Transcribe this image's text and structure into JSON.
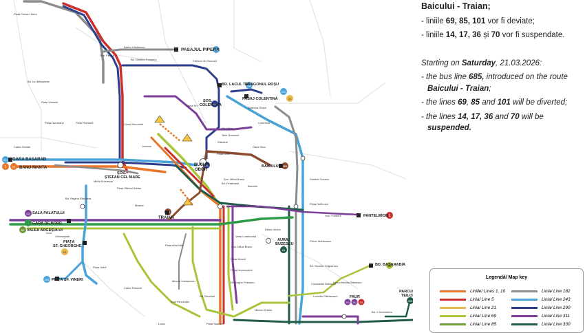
{
  "info": {
    "ro_top": "Baicului - Traian;",
    "ro_b1_pre": "- liniile ",
    "ro_b1_nums": "69, 85, 101",
    "ro_b1_post": " vor fi deviate;",
    "ro_b2_pre": "- liniile ",
    "ro_b2_nums": "14, 17, 36",
    "ro_b2_mid": " și ",
    "ro_b2_num2": "70",
    "ro_b2_post": " vor fi suspendate.",
    "en_intro_pre": "Starting on ",
    "en_intro_day": "Saturday",
    "en_intro_date": ", 21.03.2026",
    "en_intro_post": ":",
    "en_b1_pre": "- the bus line ",
    "en_b1_num": "685,",
    "en_b1_post": " introduced on the route",
    "en_b1_route": "Baicului - Traian",
    "en_b1_end": ";",
    "en_b2_pre": "- the lines ",
    "en_b2_nums": "69",
    "en_b2_sep1": ", ",
    "en_b2_num2": "85",
    "en_b2_sep2": " and ",
    "en_b2_num3": "101",
    "en_b2_post": " will be diverted;",
    "en_b3_pre": "- the lines ",
    "en_b3_nums": "14, 17, 36",
    "en_b3_mid": " and ",
    "en_b3_num2": "70",
    "en_b3_post": " will be",
    "en_b3_end": "suspended."
  },
  "legend": {
    "title": "Legendă/ Map key",
    "items": [
      {
        "label": "Liniile/ Lines 1, 10",
        "color": "#e8772a"
      },
      {
        "label": "Linia/ Line 5",
        "color": "#c9302c"
      },
      {
        "label": "Linia/ Line 21",
        "color": "#e8b84a"
      },
      {
        "label": "Linia/ Line 69",
        "color": "#a8c43a"
      },
      {
        "label": "Linia/ Line 85",
        "color": "#6f9a3a"
      },
      {
        "label": "Linia/ Line 182",
        "color": "#8c8c8c"
      },
      {
        "label": "Linia/ Line 243",
        "color": "#4aa3d8"
      },
      {
        "label": "Linia/ Line 290",
        "color": "#2c3e8c"
      },
      {
        "label": "Linia/ Line 311",
        "color": "#7b3f9a"
      },
      {
        "label": "Linia/ Line 330",
        "color": "#1f5a4a"
      }
    ]
  },
  "stations": {
    "pasajul_pipera": "PASAJUL PIPERA",
    "bd_lacul_tei": "BD. LACUL TEI",
    "sos_colentina": "ȘOS.\nCOLENTINA",
    "dragonul_rosu": "DRAGONUL ROȘU",
    "pasaj_colentina": "PASAJ COLENTINA",
    "gara_basarab": "GARA BASARAB",
    "banu_manta": "BANU MANTA",
    "sos_stefan_cel_mare": "ȘOS.\nȘTEFAN CEL MARE",
    "bucur_obor": "BUCUR\nOBOR",
    "baicului": "BAICULUI",
    "sala_palatului": "SALA PALATULUI",
    "traian": "TRAIAN",
    "pantelimon": "PANTELIMON",
    "gara_de_nord": "GARA DE NORD",
    "valea_argesului": "VALEA ARGEȘULUI",
    "piata_sf_gheorghe": "PIAȚA\nSF. GHEORGHE",
    "aurel_buzescu": "AURA\nBUZESCU",
    "bd_basarabia": "BD. BASARABIA",
    "piata_sf_vineri": "PIAȚA SF. VINERI",
    "faur": "FAUR",
    "parcul_teilor": "PARCUL\nTEILOR",
    "piata_iancului": "Piața Iancului",
    "bd_ferdinand": "Bd. Ferdinand",
    "sos_pipera": "Șos. Pipera",
    "bd_dimitrie_pompeiu": "Bd. Dimitrie Pompeiu",
    "fabrica_de_glucoza": "Fabrica de Glucoză",
    "piata_obor": "Piața Obor",
    "gara_obor": "Gara Obor",
    "str_baicului": "Baicului",
    "sos_mihai_bravu": "Șos. Mihai Bravu",
    "ghica_tei": "Ghica Tei",
    "str_silvia": "Str. Silvia",
    "doamna_ghica": "Doamna Ghica",
    "colentina": "Colentina",
    "sos_iancului": "Șos. Iancului",
    "piata_delfinului": "Piața Delfinului",
    "dimitrie_grozea": "Dimitrie Grozea",
    "teiul_doamnei": "Teiul Doamnei",
    "zabrauti": "Zăbrăuți",
    "piata_muncii": "Piața Muncii",
    "piata_hurmuzachi": "Piața Hurmuzachi",
    "gheorghe_petrascu": "Gheorghe Petrașcu",
    "bd_decebal": "Bd. Decebal",
    "piata_dorobanti": "Piața Dorobanți",
    "piata_romana": "Piața Romană",
    "piata_victoriei": "Piața Victoriei",
    "piata_presei": "Piața Presei Libere",
    "barbu_vacarescu": "Barbu Văcărescu",
    "circul_bucuresti": "Circul București",
    "piata_alba_iulia": "Piața Alba Iulia",
    "lizeanu": "Lizeanu",
    "mosilor": "Moșilor",
    "calea_grivitei": "Calea Griviței",
    "izvor": "Izvor",
    "universitate": "Universitate",
    "piata_unirii": "Piața Unirii",
    "mihai_eminescu": "Mihai Eminescu",
    "bd_ion_mihalache": "Bd. Ion Mihalache",
    "piata_sfantul_stefan": "Piața Sfântul Ștefan",
    "str_vatra_luminoasa": "Vatra Luminoasă",
    "delea_veche": "Delea Veche",
    "sos_fundeni": "Șos. Fundeni",
    "pictor_verbiceanu": "Pictor Verbiceanu",
    "lucretiu_patrascanu": "Lucrețiu Pătrășcanu",
    "constantin_brancusi": "Constantin Brâncuși",
    "liceul_nichita": "Liceul Nichita Stănescu",
    "bd_nicolae_grigorescu": "Bd. Nicolae Grigorescu",
    "sos_mihai_bravu2": "Șos. Mihai Bravu",
    "mircea_vulcanescu": "Mircea Vulcănescu",
    "eroii_revolutiei": "Eroii Revoluției",
    "bd_regina_elisabeta": "Bd. Regina Elisabeta",
    "calea_rahovei": "Calea Rahovei",
    "piata_sudului": "Piața Sudului",
    "metrou_dristor": "Metrou Dristor",
    "bd_1_decembrie": "Bd. 1 Decembrie",
    "luica": "Luica"
  },
  "badges": {
    "b312": "312",
    "b335": "335",
    "b330": "330",
    "b311": "311",
    "b21": "21",
    "b1": "1",
    "b10": "10",
    "b63": "63",
    "b69": "69",
    "b690": "690",
    "b685": "685",
    "b5": "5",
    "b290": "290",
    "b243": "243",
    "b101": "101",
    "b102": "102",
    "b111": "111"
  }
}
